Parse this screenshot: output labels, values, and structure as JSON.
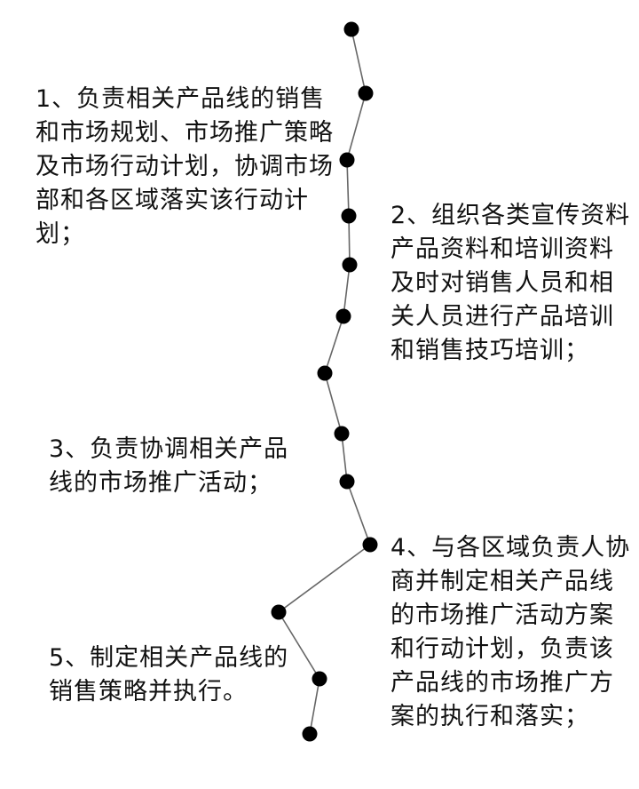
{
  "items": [
    {
      "text": "1、负责相关产品线的销售和市场规划、市场推广策略及市场行动计划，协调市场部和各区域落实该行动计划；"
    },
    {
      "text": "2、组织各类宣传资料产品资料和培训资料及时对销售人员和相关人员进行产品培训和销售技巧培训；"
    },
    {
      "text": "3、负责协调相关产品线的市场推广活动；"
    },
    {
      "text": "4、与各区域负责人协商并制定相关产品线的市场推广活动方案和行动计划，负责该产品线的市场推广方案的执行和落实；"
    },
    {
      "text": "5、制定相关产品线的销售策略并执行。"
    }
  ],
  "colors": {
    "dot": "#000000",
    "line": "#666666",
    "text": "#111111"
  }
}
